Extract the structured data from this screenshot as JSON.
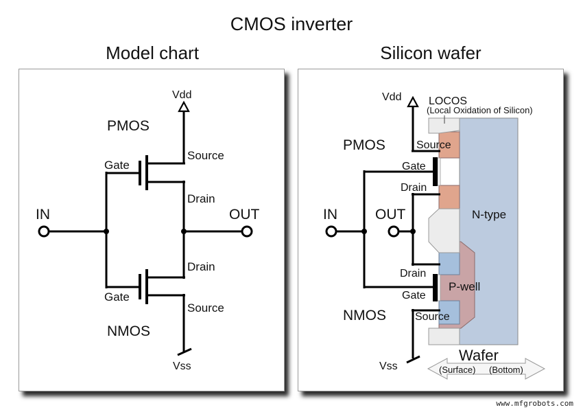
{
  "title": "CMOS inverter",
  "model": {
    "heading": "Model chart",
    "vdd": "Vdd",
    "vss": "Vss",
    "pmos": "PMOS",
    "nmos": "NMOS",
    "gate": "Gate",
    "source": "Source",
    "drain": "Drain",
    "in": "IN",
    "out": "OUT"
  },
  "wafer": {
    "heading": "Silicon wafer",
    "vdd": "Vdd",
    "vss": "Vss",
    "pmos": "PMOS",
    "nmos": "NMOS",
    "gate": "Gate",
    "source": "Source",
    "drain": "Drain",
    "in": "IN",
    "out": "OUT",
    "locos": "LOCOS",
    "locos_note": "(Local Oxidation of Silicon)",
    "ntype": "N-type",
    "pwell": "P-well",
    "wafer_label": "Wafer",
    "surface": "(Surface)",
    "bottom": "(Bottom)"
  },
  "colors": {
    "ntype": "#bccbdf",
    "pwell": "#c9a4a6",
    "p_diffusion": "#e0a58d",
    "n_diffusion": "#a5bfdc",
    "oxide": "#ececec",
    "gate": "#000000"
  },
  "watermark": "www.mfgrobots.com"
}
